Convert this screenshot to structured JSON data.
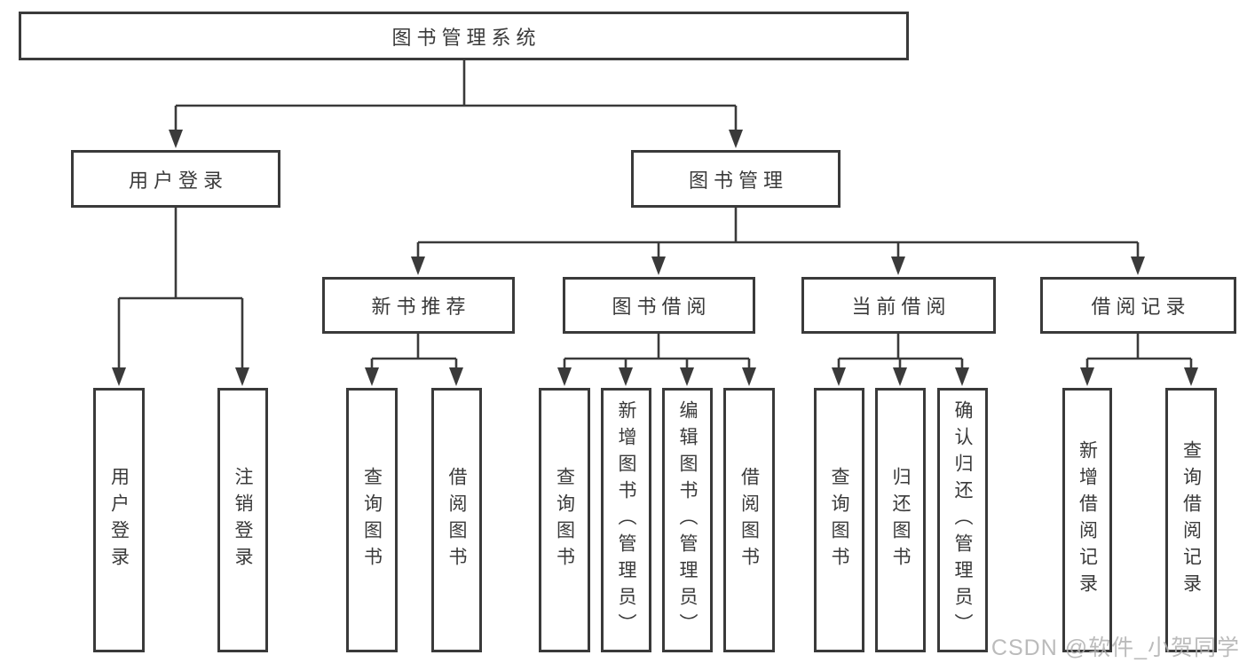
{
  "colors": {
    "line": "#3a3a3a",
    "box_border": "#3a3a3a",
    "box_fill": "#ffffff",
    "text": "#3a3a3a",
    "watermark": "#b0b0b0",
    "background": "#ffffff"
  },
  "diagram": {
    "type": "hierarchy-tree",
    "root": {
      "label": "图书管理系统",
      "children": [
        {
          "label": "用户登录",
          "children": [
            {
              "label": "用户登录"
            },
            {
              "label": "注销登录"
            }
          ]
        },
        {
          "label": "图书管理",
          "children": [
            {
              "label": "新书推荐",
              "children": [
                {
                  "label": "查询图书"
                },
                {
                  "label": "借阅图书"
                }
              ]
            },
            {
              "label": "图书借阅",
              "children": [
                {
                  "label": "查询图书"
                },
                {
                  "label": "新增图书（管理员）"
                },
                {
                  "label": "编辑图书（管理员）"
                },
                {
                  "label": "借阅图书"
                }
              ]
            },
            {
              "label": "当前借阅",
              "children": [
                {
                  "label": "查询图书"
                },
                {
                  "label": "归还图书"
                },
                {
                  "label": "确认归还（管理员）"
                }
              ]
            },
            {
              "label": "借阅记录",
              "children": [
                {
                  "label": "新增借阅记录"
                },
                {
                  "label": "查询借阅记录"
                }
              ]
            }
          ]
        }
      ]
    }
  },
  "watermark": {
    "text": "CSDN @软件_小贺同学"
  }
}
